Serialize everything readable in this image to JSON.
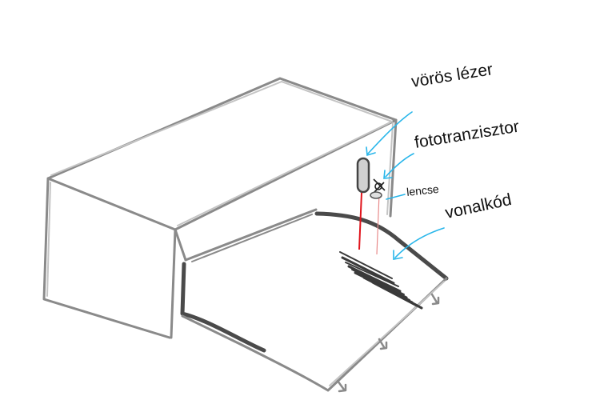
{
  "labels": {
    "red_laser": "vörös lézer",
    "phototransistor": "fototranzisztor",
    "lens": "lencse",
    "barcode": "vonalkód"
  },
  "colors": {
    "sketch": "#8a8a8a",
    "pointer": "#29b6ea",
    "laser": "#e0141c",
    "text": "#111111"
  }
}
